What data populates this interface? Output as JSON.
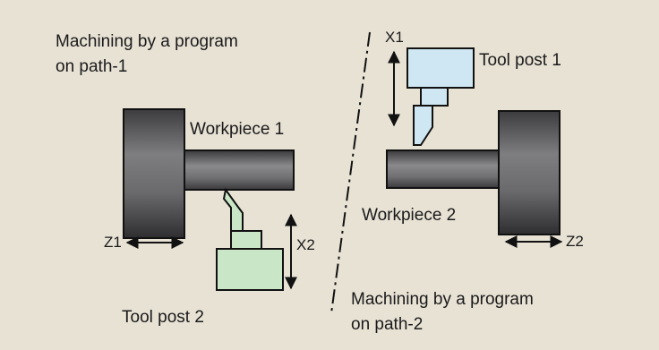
{
  "labels": {
    "path1_line1": "Machining by a program",
    "path1_line2": "on path-1",
    "path2_line1": "Machining by a program",
    "path2_line2": "on path-2",
    "workpiece1": "Workpiece 1",
    "workpiece2": "Workpiece 2",
    "tool_post1": "Tool post 1",
    "tool_post2": "Tool post 2",
    "axis_x1": "X1",
    "axis_x2": "X2",
    "axis_z1": "Z1",
    "axis_z2": "Z2"
  },
  "colors": {
    "background": "#e8e2d5",
    "tool_post_1": "#cfe6f3",
    "tool_post_2": "#c9e7c6",
    "chuck": "#58585a",
    "outline": "#111111"
  }
}
